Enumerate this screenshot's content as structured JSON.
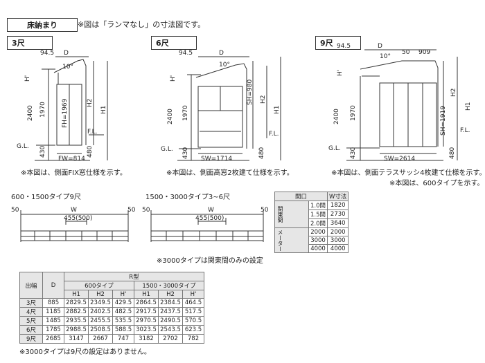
{
  "header": {
    "tag": "床納まり",
    "note": "※図は「ランマなし」の寸法図です。"
  },
  "panels": [
    {
      "tag": "3尺",
      "top_left": "94.5",
      "d": "D",
      "angle": "10°",
      "h_prime": "H'",
      "dims": [
        "2400",
        "1970",
        "430"
      ],
      "inner": "FH=1969",
      "h2": "H2",
      "h1": "H1",
      "fl": "F.L.",
      "gl": "G.L.",
      "bottom": "480",
      "width": "FW=814",
      "caption": "※本図は、側面FIX窓仕様を示す。"
    },
    {
      "tag": "6尺",
      "top_left": "94.5",
      "d": "D",
      "angle": "10°",
      "h_prime": "H'",
      "dims": [
        "2400",
        "1970",
        "430"
      ],
      "inner": "SH=980",
      "h2": "H2",
      "h1": "H1",
      "fl": "F.L.",
      "gl": "G.L.",
      "bottom": "480",
      "width": "SW=1714",
      "caption": "※本図は、側面高窓2枚建て仕様を示す。"
    },
    {
      "tag": "9尺",
      "top_left": "94.5",
      "d": "D",
      "angle": "10°",
      "h_prime": "H'",
      "extra_a": "50",
      "extra_b": "909",
      "dims": [
        "2400",
        "1970",
        "430"
      ],
      "inner": "SH=1919",
      "h2": "H2",
      "h1": "H1",
      "fl": "F.L.",
      "gl": "G.L.",
      "bottom": "480",
      "width": "SW=2614",
      "caption": "※本図は、側面テラスサッシ4枚建て仕様を示す。",
      "caption2": "※本図は、600タイプを示す。"
    }
  ],
  "plans": [
    {
      "title": "600・1500タイプ9尺",
      "left": "50",
      "w": "W",
      "pitch": "455(500)",
      "right": "50"
    },
    {
      "title": "1500・3000タイプ3~6尺",
      "left": "50",
      "w": "W",
      "pitch": "455(500)",
      "right": "50",
      "note": "※3000タイプは関東間のみの設定"
    }
  ],
  "side_table": {
    "header": [
      "間口",
      "W寸法"
    ],
    "group1": "関東間",
    "group2": "メーター",
    "rows1": [
      [
        "1.0間",
        "1820"
      ],
      [
        "1.5間",
        "2730"
      ],
      [
        "2.0間",
        "3640"
      ]
    ],
    "rows2": [
      [
        "2000",
        "2000"
      ],
      [
        "3000",
        "3000"
      ],
      [
        "4000",
        "4000"
      ]
    ]
  },
  "spec_table": {
    "col_out": "出幅",
    "col_d": "D",
    "r_type": "R型",
    "type600": "600タイプ",
    "type1500": "1500・3000タイプ",
    "sub": [
      "H1",
      "H2",
      "H'",
      "H1",
      "H2",
      "H'"
    ],
    "rows": [
      [
        "3尺",
        "885",
        "2829.5",
        "2349.5",
        "429.5",
        "2864.5",
        "2384.5",
        "464.5"
      ],
      [
        "4尺",
        "1185",
        "2882.5",
        "2402.5",
        "482.5",
        "2917.5",
        "2437.5",
        "517.5"
      ],
      [
        "5尺",
        "1485",
        "2935.5",
        "2455.5",
        "535.5",
        "2970.5",
        "2490.5",
        "570.5"
      ],
      [
        "6尺",
        "1785",
        "2988.5",
        "2508.5",
        "588.5",
        "3023.5",
        "2543.5",
        "623.5"
      ],
      [
        "9尺",
        "2685",
        "3147",
        "2667",
        "747",
        "3182",
        "2702",
        "782"
      ]
    ],
    "footnote": "※3000タイプは9尺の設定はありません。"
  }
}
